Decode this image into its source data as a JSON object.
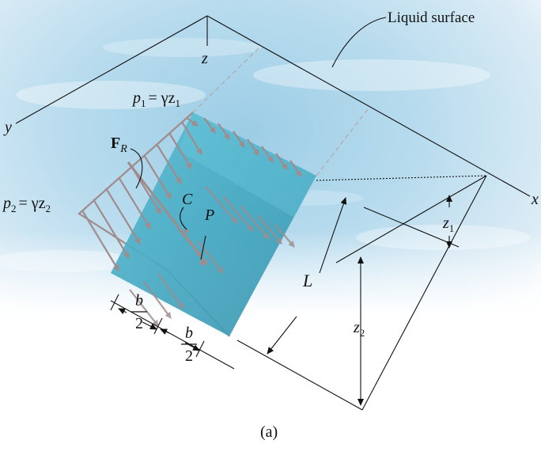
{
  "labels": {
    "liquid_surface": "Liquid surface",
    "axis_x": "x",
    "axis_y": "y",
    "axis_z": "z",
    "p1_var": "p",
    "p1_sub": "1",
    "p1_rhs": "= γz",
    "p1_rhs_sub": "1",
    "p2_var": "p",
    "p2_sub": "2",
    "p2_rhs": "= γz",
    "p2_rhs_sub": "2",
    "fr_var": "F",
    "fr_sub": "R",
    "point_c": "C",
    "point_p": "P",
    "dim_l": "L",
    "dim_z1": "z",
    "dim_z1_sub": "1",
    "dim_z2": "z",
    "dim_z2_sub": "2",
    "b_half_num_1": "b",
    "b_half_den_1": "2",
    "b_half_num_2": "b",
    "b_half_den_2": "2",
    "caption": "(a)"
  },
  "colors": {
    "water_light": "#e8f3fa",
    "water_mid": "#b8d9ec",
    "water_deep": "#8cc3df",
    "plate": "#4fb3c9",
    "plate_dark": "#3a9fb8",
    "pressure_arrow": "#a08c8c",
    "line": "#111111"
  }
}
